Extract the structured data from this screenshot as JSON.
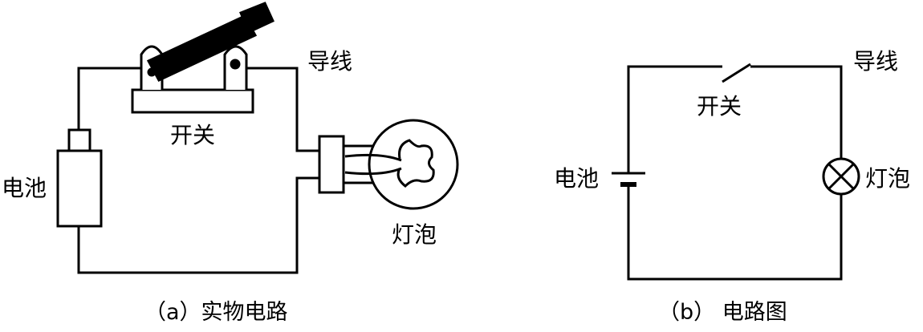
{
  "diagram_a": {
    "labels": {
      "switch": "开关",
      "wire": "导线",
      "battery": "电池",
      "bulb": "灯泡"
    },
    "caption": "（a）实物电路"
  },
  "diagram_b": {
    "labels": {
      "switch": "开关",
      "wire": "导线",
      "battery": "电池",
      "bulb": "灯泡"
    },
    "caption": "（b） 电路图"
  },
  "colors": {
    "stroke": "#000000",
    "background": "#ffffff"
  }
}
